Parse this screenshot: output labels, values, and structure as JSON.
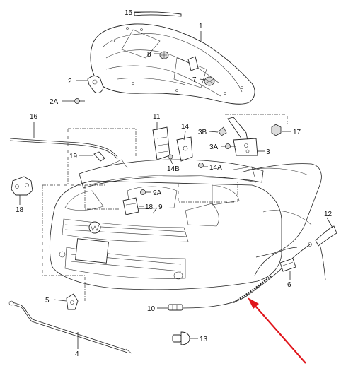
{
  "labels": {
    "l15": "15",
    "l1": "1",
    "l8": "8",
    "l2": "2",
    "l2a": "2A",
    "l7": "7",
    "l16": "16",
    "l11": "11",
    "l14": "14",
    "l3b": "3B",
    "l17": "17",
    "l3a": "3A",
    "l3": "3",
    "l19": "19",
    "l14b": "14B",
    "l14a": "14A",
    "l18a": "18",
    "l9a": "9A",
    "l18b": "18",
    "l9": "9",
    "l12": "12",
    "l6": "6",
    "l5": "5",
    "l10": "10",
    "l13": "13",
    "l4": "4"
  },
  "colors": {
    "arrow": "#e0151b",
    "line": "#222222"
  }
}
